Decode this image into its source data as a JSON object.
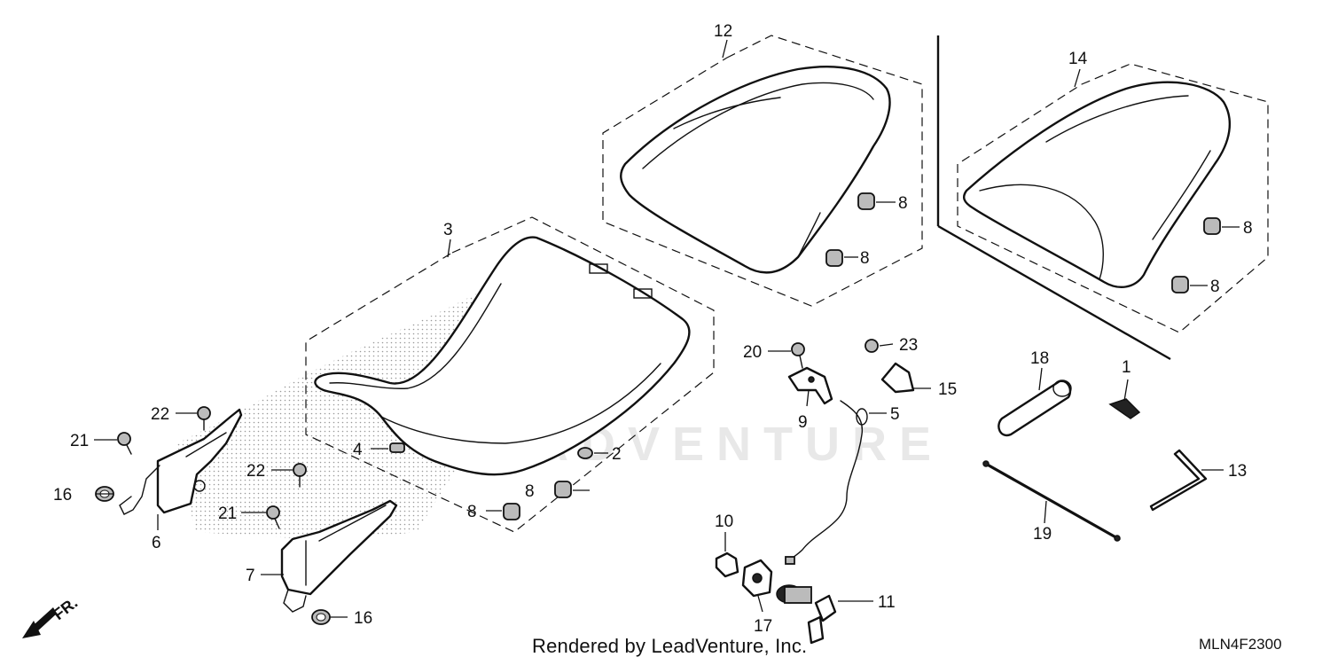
{
  "diagram": {
    "footer_text": "Rendered by LeadVenture, Inc.",
    "diagram_code": "MLN4F2300",
    "watermark_text": "LEADVENTURE",
    "front_label": "FR.",
    "callouts": [
      {
        "id": "c1",
        "label": "1"
      },
      {
        "id": "c2",
        "label": "2"
      },
      {
        "id": "c3",
        "label": "3"
      },
      {
        "id": "c4",
        "label": "4"
      },
      {
        "id": "c5",
        "label": "5"
      },
      {
        "id": "c6",
        "label": "6"
      },
      {
        "id": "c7",
        "label": "7"
      },
      {
        "id": "c8a",
        "label": "8"
      },
      {
        "id": "c8b",
        "label": "8"
      },
      {
        "id": "c8c",
        "label": "8"
      },
      {
        "id": "c8d",
        "label": "8"
      },
      {
        "id": "c8e",
        "label": "8"
      },
      {
        "id": "c8f",
        "label": "8"
      },
      {
        "id": "c9",
        "label": "9"
      },
      {
        "id": "c10",
        "label": "10"
      },
      {
        "id": "c11",
        "label": "11"
      },
      {
        "id": "c12",
        "label": "12"
      },
      {
        "id": "c13",
        "label": "13"
      },
      {
        "id": "c14",
        "label": "14"
      },
      {
        "id": "c15",
        "label": "15"
      },
      {
        "id": "c16a",
        "label": "16"
      },
      {
        "id": "c16b",
        "label": "16"
      },
      {
        "id": "c17",
        "label": "17"
      },
      {
        "id": "c18",
        "label": "18"
      },
      {
        "id": "c19",
        "label": "19"
      },
      {
        "id": "c20",
        "label": "20"
      },
      {
        "id": "c21a",
        "label": "21"
      },
      {
        "id": "c21b",
        "label": "21"
      },
      {
        "id": "c22a",
        "label": "22"
      },
      {
        "id": "c22b",
        "label": "22"
      },
      {
        "id": "c23",
        "label": "23"
      }
    ]
  }
}
